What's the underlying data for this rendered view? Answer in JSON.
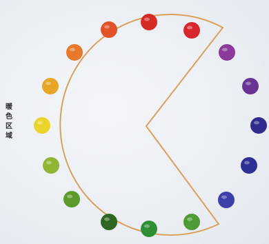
{
  "diagram": {
    "side_label": "暖色区域",
    "outline_color": "#d9a05a",
    "dots": [
      {
        "name": "dot-red-top",
        "color": "#d62b24"
      },
      {
        "name": "dot-red-right",
        "color": "#d7282e"
      },
      {
        "name": "dot-red-orange",
        "color": "#e2532a"
      },
      {
        "name": "dot-orange",
        "color": "#e8782a"
      },
      {
        "name": "dot-yellow-orange",
        "color": "#e6a626"
      },
      {
        "name": "dot-yellow",
        "color": "#ecd52a"
      },
      {
        "name": "dot-yellow-green",
        "color": "#8fb632"
      },
      {
        "name": "dot-green-1",
        "color": "#5c9a2c"
      },
      {
        "name": "dot-dark-green",
        "color": "#2f6622"
      },
      {
        "name": "dot-green-2",
        "color": "#2f8f34"
      },
      {
        "name": "dot-green-3",
        "color": "#4e9a35"
      },
      {
        "name": "dot-blue-violet",
        "color": "#3c3fa8"
      },
      {
        "name": "dot-indigo-1",
        "color": "#2c2f93"
      },
      {
        "name": "dot-indigo-2",
        "color": "#2e2d8e"
      },
      {
        "name": "dot-violet",
        "color": "#6a3396"
      },
      {
        "name": "dot-purple",
        "color": "#8a3a9a"
      }
    ]
  }
}
